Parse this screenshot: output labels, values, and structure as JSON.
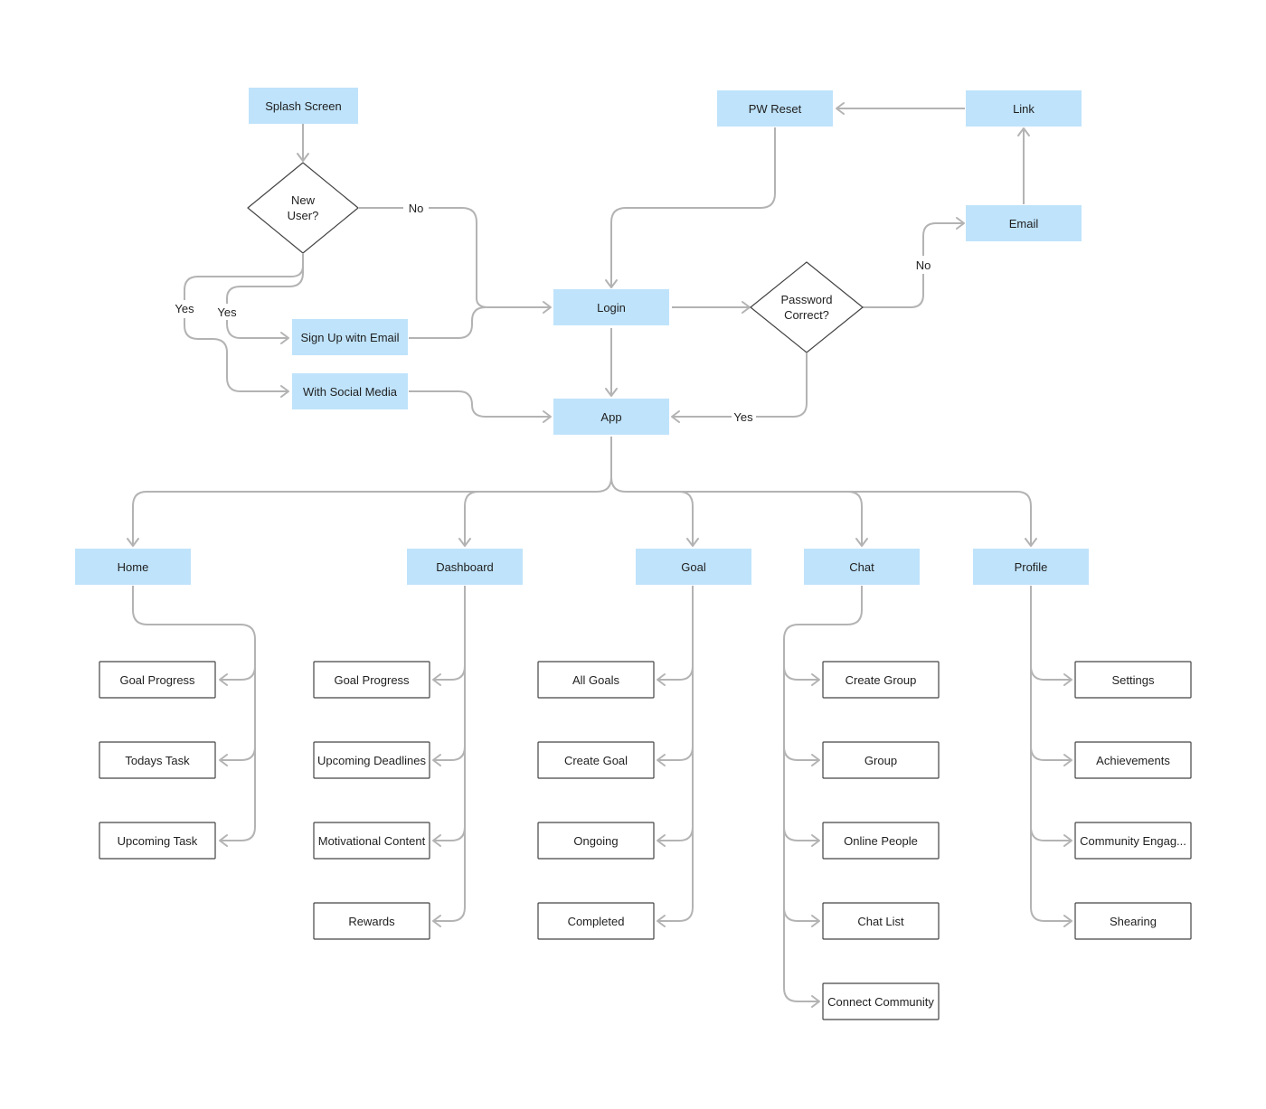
{
  "diagram": {
    "colors": {
      "primary_fill": "#BFE3FB",
      "connector": "#B3B3B3",
      "outline": "#444444",
      "text": "#1F1F1F",
      "background": "#FFFFFF"
    },
    "nodes": {
      "splash": "Splash Screen",
      "new_user": [
        "New",
        "User?"
      ],
      "signup_email": "Sign Up witn Email",
      "social": "With Social Media",
      "login": "Login",
      "app": "App",
      "password": [
        "Password",
        "Correct?"
      ],
      "pw_reset": "PW Reset",
      "link": "Link",
      "email": "Email",
      "home": "Home",
      "dashboard": "Dashboard",
      "goal": "Goal",
      "chat": "Chat",
      "profile": "Profile",
      "home_goal_progress": "Goal Progress",
      "home_todays_task": "Todays Task",
      "home_upcoming_task": "Upcoming Task",
      "dash_goal_progress": "Goal Progress",
      "dash_upcoming_deadlines": "Upcoming Deadlines",
      "dash_motivational": "Motivational Content",
      "dash_rewards": "Rewards",
      "goal_all": "All Goals",
      "goal_create": "Create Goal",
      "goal_ongoing": "Ongoing",
      "goal_completed": "Completed",
      "chat_create_group": "Create Group",
      "chat_group": "Group",
      "chat_online": "Online People",
      "chat_list": "Chat List",
      "chat_connect": "Connect Community",
      "profile_settings": "Settings",
      "profile_achievements": "Achievements",
      "profile_community": "Community Engag...",
      "profile_shearing": "Shearing"
    },
    "edge_labels": {
      "no_new_user": "No",
      "yes_social": "Yes",
      "yes_signup": "Yes",
      "no_password": "No",
      "yes_password": "Yes"
    }
  }
}
